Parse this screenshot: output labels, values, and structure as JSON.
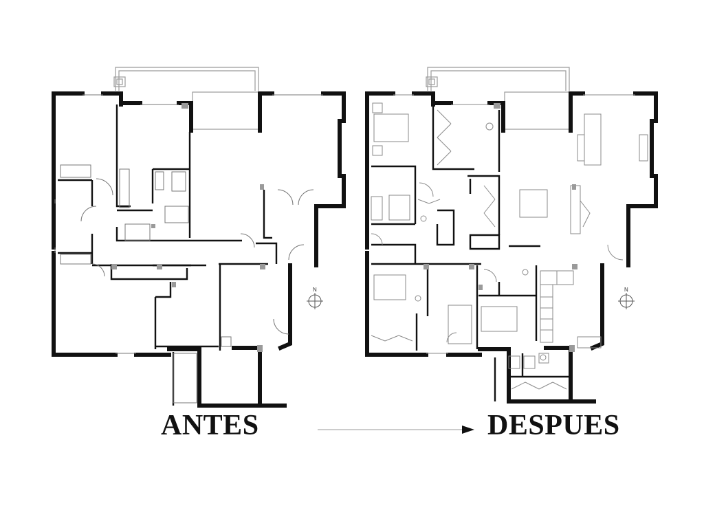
{
  "plans": {
    "before": {
      "label": "ANTES"
    },
    "after": {
      "label": "DESPUES"
    }
  },
  "compass": {
    "letter": "N"
  },
  "colors": {
    "wall": "#111111",
    "line": "#222222",
    "thin": "#9a9a9a",
    "column": "#9a9a9a",
    "background": "#ffffff"
  },
  "icons": {
    "arrow": "arrow-right-icon",
    "compass": "north-compass-icon"
  }
}
